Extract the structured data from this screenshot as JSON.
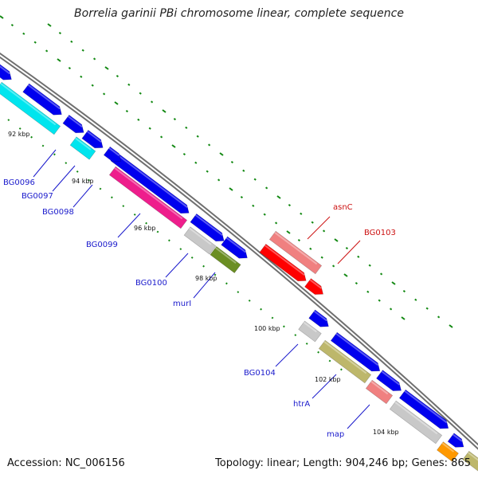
{
  "title": "Borrelia garinii PBi chromosome linear, complete sequence",
  "footer": {
    "accession": "Accession: NC_006156",
    "summary": "Topology: linear; Length: 904,246 bp; Genes: 865"
  },
  "colors": {
    "backbone": "#808080",
    "tick": "#118811",
    "label_blue": "#1a1acc",
    "label_red": "#cc1111",
    "blue": "#0000ee",
    "cyan": "#00e5ee",
    "magenta": "#ee1e8c",
    "grey": "#c8c8c8",
    "olive": "#6b8e23",
    "khaki": "#bdb76b",
    "salmon": "#f08080",
    "red": "#ff0000",
    "orange": "#ff9900"
  },
  "scale_labels": [
    "92 kbp",
    "94 kbp",
    "96 kbp",
    "98 kbp",
    "100 kbp",
    "102 kbp",
    "104 kbp"
  ],
  "gene_labels": [
    {
      "name": "BG0096",
      "color": "label_blue"
    },
    {
      "name": "BG0097",
      "color": "label_blue"
    },
    {
      "name": "BG0098",
      "color": "label_blue"
    },
    {
      "name": "BG0099",
      "color": "label_blue"
    },
    {
      "name": "BG0100",
      "color": "label_blue"
    },
    {
      "name": "murI",
      "color": "label_blue"
    },
    {
      "name": "BG0104",
      "color": "label_blue"
    },
    {
      "name": "htrA",
      "color": "label_blue"
    },
    {
      "name": "map",
      "color": "label_blue"
    },
    {
      "name": "asnC",
      "color": "label_red"
    },
    {
      "name": "BG0103",
      "color": "label_red"
    }
  ]
}
